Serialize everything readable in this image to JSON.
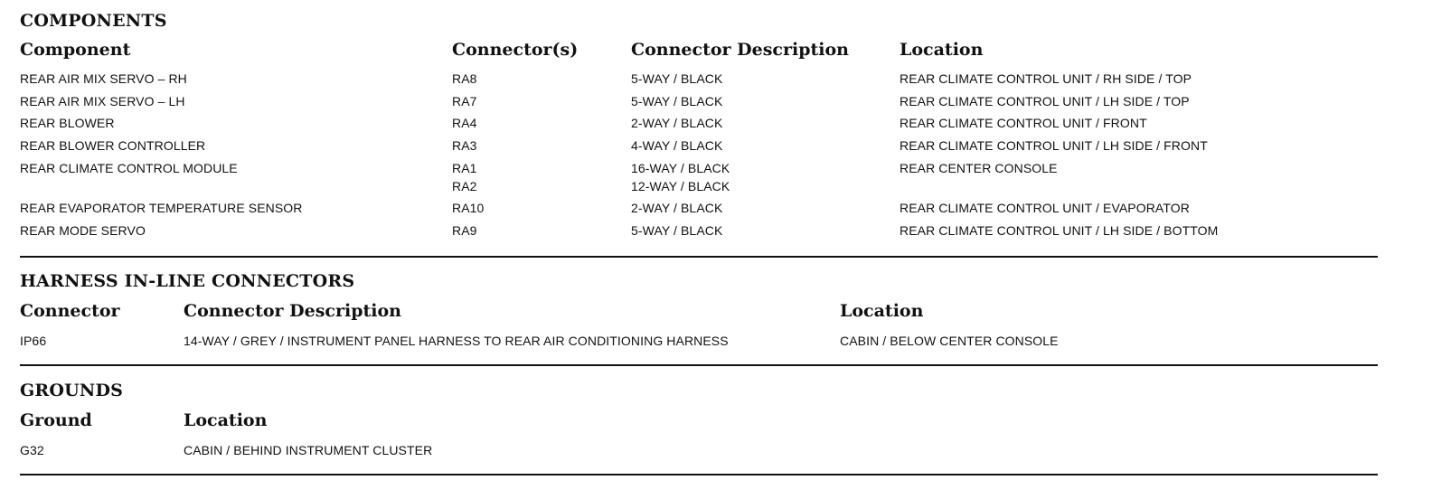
{
  "components": {
    "title": "COMPONENTS",
    "headers": [
      "Component",
      "Connector(s)",
      "Connector Description",
      "Location"
    ],
    "rows": [
      {
        "component": "REAR AIR MIX SERVO – RH",
        "connectors": [
          "RA8"
        ],
        "descriptions": [
          "5-WAY / BLACK"
        ],
        "location": "REAR CLIMATE CONTROL UNIT / RH SIDE / TOP"
      },
      {
        "component": "REAR AIR MIX SERVO – LH",
        "connectors": [
          "RA7"
        ],
        "descriptions": [
          "5-WAY / BLACK"
        ],
        "location": "REAR CLIMATE CONTROL UNIT / LH SIDE / TOP"
      },
      {
        "component": "REAR BLOWER",
        "connectors": [
          "RA4"
        ],
        "descriptions": [
          "2-WAY / BLACK"
        ],
        "location": "REAR CLIMATE CONTROL UNIT / FRONT"
      },
      {
        "component": "REAR BLOWER CONTROLLER",
        "connectors": [
          "RA3"
        ],
        "descriptions": [
          "4-WAY / BLACK"
        ],
        "location": "REAR CLIMATE CONTROL UNIT / LH SIDE / FRONT"
      },
      {
        "component": "REAR CLIMATE CONTROL MODULE",
        "connectors": [
          "RA1",
          "RA2"
        ],
        "descriptions": [
          "16-WAY / BLACK",
          "12-WAY / BLACK"
        ],
        "location": "REAR CENTER CONSOLE"
      },
      {
        "component": "REAR EVAPORATOR TEMPERATURE SENSOR",
        "connectors": [
          "RA10"
        ],
        "descriptions": [
          "2-WAY / BLACK"
        ],
        "location": "REAR CLIMATE CONTROL UNIT / EVAPORATOR"
      },
      {
        "component": "REAR MODE SERVO",
        "connectors": [
          "RA9"
        ],
        "descriptions": [
          "5-WAY / BLACK"
        ],
        "location": "REAR CLIMATE CONTROL UNIT / LH SIDE / BOTTOM"
      }
    ]
  },
  "harness": {
    "title": "HARNESS IN-LINE CONNECTORS",
    "headers": [
      "Connector",
      "Connector Description",
      "Location"
    ],
    "rows": [
      {
        "connector": "IP66",
        "description": "14-WAY / GREY / INSTRUMENT PANEL HARNESS TO REAR AIR CONDITIONING HARNESS",
        "location": "CABIN / BELOW CENTER CONSOLE"
      }
    ]
  },
  "grounds": {
    "title": "GROUNDS",
    "headers": [
      "Ground",
      "Location"
    ],
    "rows": [
      {
        "ground": "G32",
        "location": "CABIN / BEHIND INSTRUMENT CLUSTER"
      }
    ]
  }
}
